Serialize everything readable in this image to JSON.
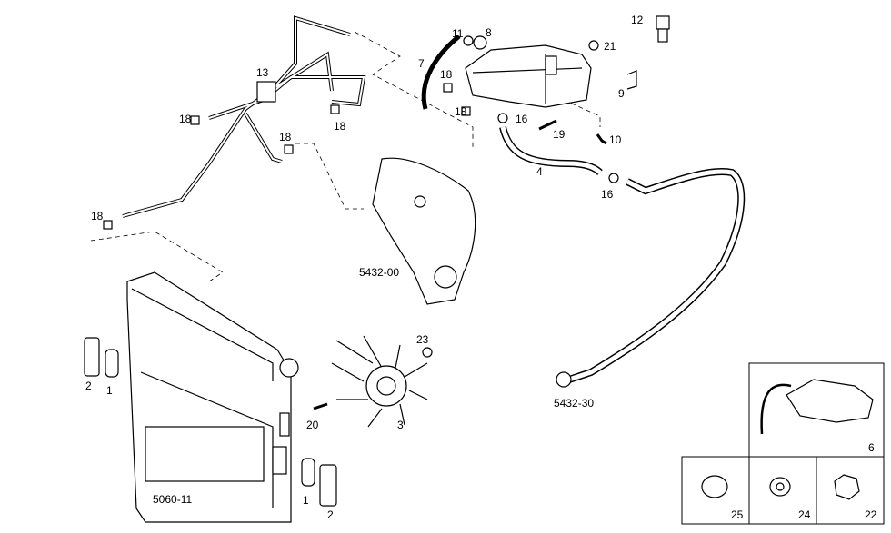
{
  "callouts": {
    "c12": "12",
    "c11": "11",
    "c8": "8",
    "c21": "21",
    "c7": "7",
    "c13": "13",
    "c18a": "18",
    "c18b": "18",
    "c18c": "18",
    "c18d": "18",
    "c18e": "18",
    "c18f": "18",
    "c9": "9",
    "c16a": "16",
    "c16b": "16",
    "c19": "19",
    "c10": "10",
    "c4": "4",
    "c23": "23",
    "c20": "20",
    "c3": "3",
    "c2a": "2",
    "c1a": "1",
    "c1b": "1",
    "c2b": "2"
  },
  "groups": {
    "fan_cover": "5432-00",
    "pipe": "5432-30",
    "radiator": "5060-11"
  },
  "kit_panel": {
    "tank_kit": "6",
    "clamp": "25",
    "washer": "24",
    "nut": "22"
  }
}
